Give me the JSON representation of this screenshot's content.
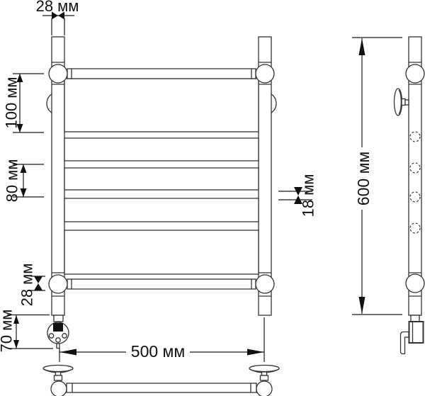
{
  "dimensions": {
    "post_width_top": {
      "label": "28 мм"
    },
    "top_section_height": {
      "label": "100 мм"
    },
    "rung_spacing": {
      "label": "80 мм"
    },
    "tube_thickness": {
      "label": "18 мм"
    },
    "bottom_joint_height": {
      "label": "28 мм"
    },
    "heater_height": {
      "label": "70 мм"
    },
    "overall_width": {
      "label": "500 мм"
    },
    "overall_height": {
      "label": "600 мм"
    }
  },
  "colors": {
    "line": "#333333",
    "text": "#111111",
    "arrow": "#111111",
    "background": "#ffffff"
  }
}
